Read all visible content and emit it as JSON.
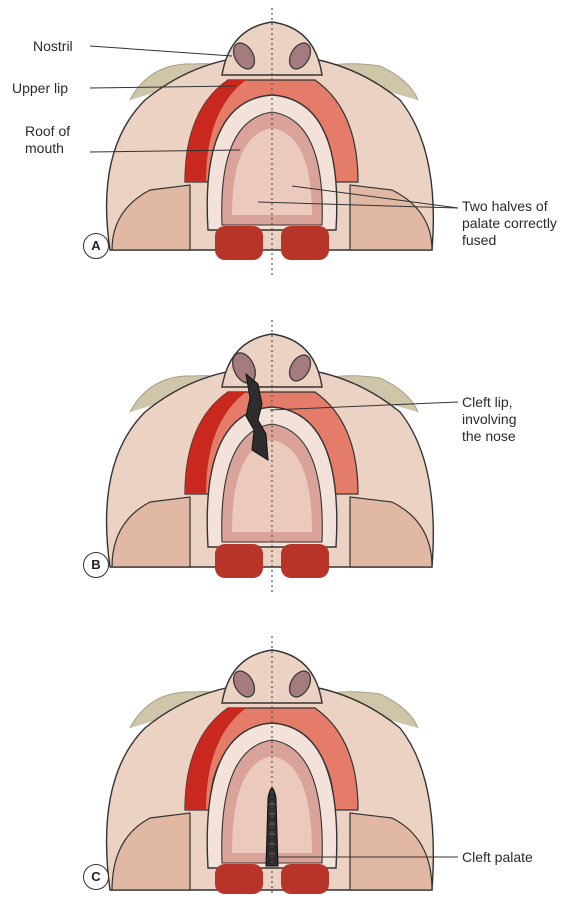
{
  "panels": [
    {
      "letter": "A",
      "labels": {
        "nostril": "Nostril",
        "upper_lip": "Upper lip",
        "roof_1": "Roof of",
        "roof_2": "mouth",
        "fused_1": "Two halves of",
        "fused_2": "palate correctly",
        "fused_3": "fused"
      }
    },
    {
      "letter": "B",
      "labels": {
        "cleft_lip_1": "Cleft lip,",
        "cleft_lip_2": "involving",
        "cleft_lip_3": "the nose"
      }
    },
    {
      "letter": "C",
      "labels": {
        "cleft_palate": "Cleft palate"
      }
    }
  ],
  "colors": {
    "skin": "#ecd2c2",
    "skin_shadow": "#e0b8a4",
    "lip_red": "#c8281e",
    "lip_mid": "#e57c6a",
    "palate_pink": "#d9a39a",
    "palate_light": "#f3e2da",
    "hair": "#cfc5a9",
    "cleft_dark": "#2d2d2d"
  }
}
